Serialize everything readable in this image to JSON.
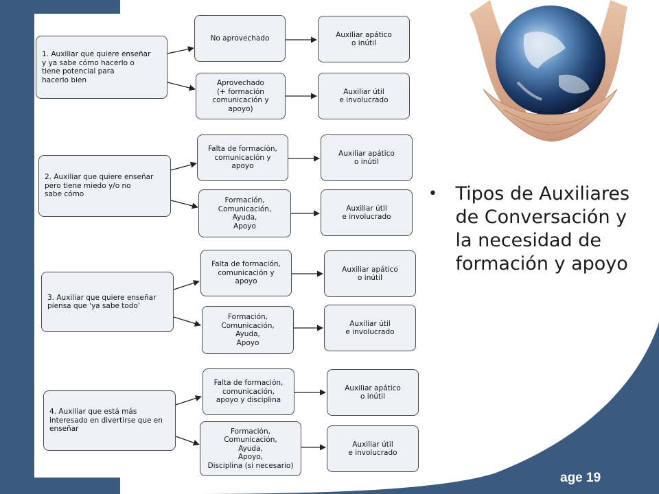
{
  "slide": {
    "bullet_text": "Tipos de Auxiliares de Conversación y la necesidad de formación y apoyo",
    "page_label": "age 19"
  },
  "diagram": {
    "groups": [
      {
        "source": "1.  Auxiliar que quiere enseñar\n     y ya sabe cómo hacerlo o\n      tiene potencial para\n          hacerlo bien",
        "top_mid": "No aprovechado",
        "bottom_mid": "Aprovechado\n(+ formación\ncomunicación y\napoyo)",
        "top_result": "Auxiliar apático\no inútil",
        "bottom_result": "Auxiliar útil\ne involucrado"
      },
      {
        "source": "2.  Auxiliar que quiere enseñar\n    pero tiene miedo y/o no\n           sabe cómo",
        "top_mid": "Falta de formación,\ncomunicación y\napoyo",
        "bottom_mid": "Formación,\nComunicación,\nAyuda,\nApoyo",
        "top_result": "Auxiliar apático\no inútil",
        "bottom_result": "Auxiliar útil\ne involucrado"
      },
      {
        "source": "3.  Auxiliar que quiere enseñar\n    piensa que 'ya sabe todo'",
        "top_mid": "Falta de formación,\ncomunicación y\napoyo",
        "bottom_mid": "Formación,\nComunicación,\nAyuda,\nApoyo",
        "top_result": "Auxiliar apático\no inútil",
        "bottom_result": "Auxiliar útil\ne involucrado"
      },
      {
        "source": "4.  Auxiliar que está más\n  interesado en divertirse que en\n   enseñar",
        "top_mid": "Falta de formación,\ncomunicación,\napoyo y disciplina",
        "bottom_mid": "Formación,\nComunicación,\nAyuda,\nApoyo,\nDisciplina (si necesario)",
        "top_result": "Auxiliar apático\no inútil",
        "bottom_result": "Auxiliar útil\ne involucrado"
      }
    ]
  },
  "colors": {
    "slide_blue": "#3a5a80",
    "box_fill": "#eef2f6",
    "box_border": "#4a4a4a"
  }
}
